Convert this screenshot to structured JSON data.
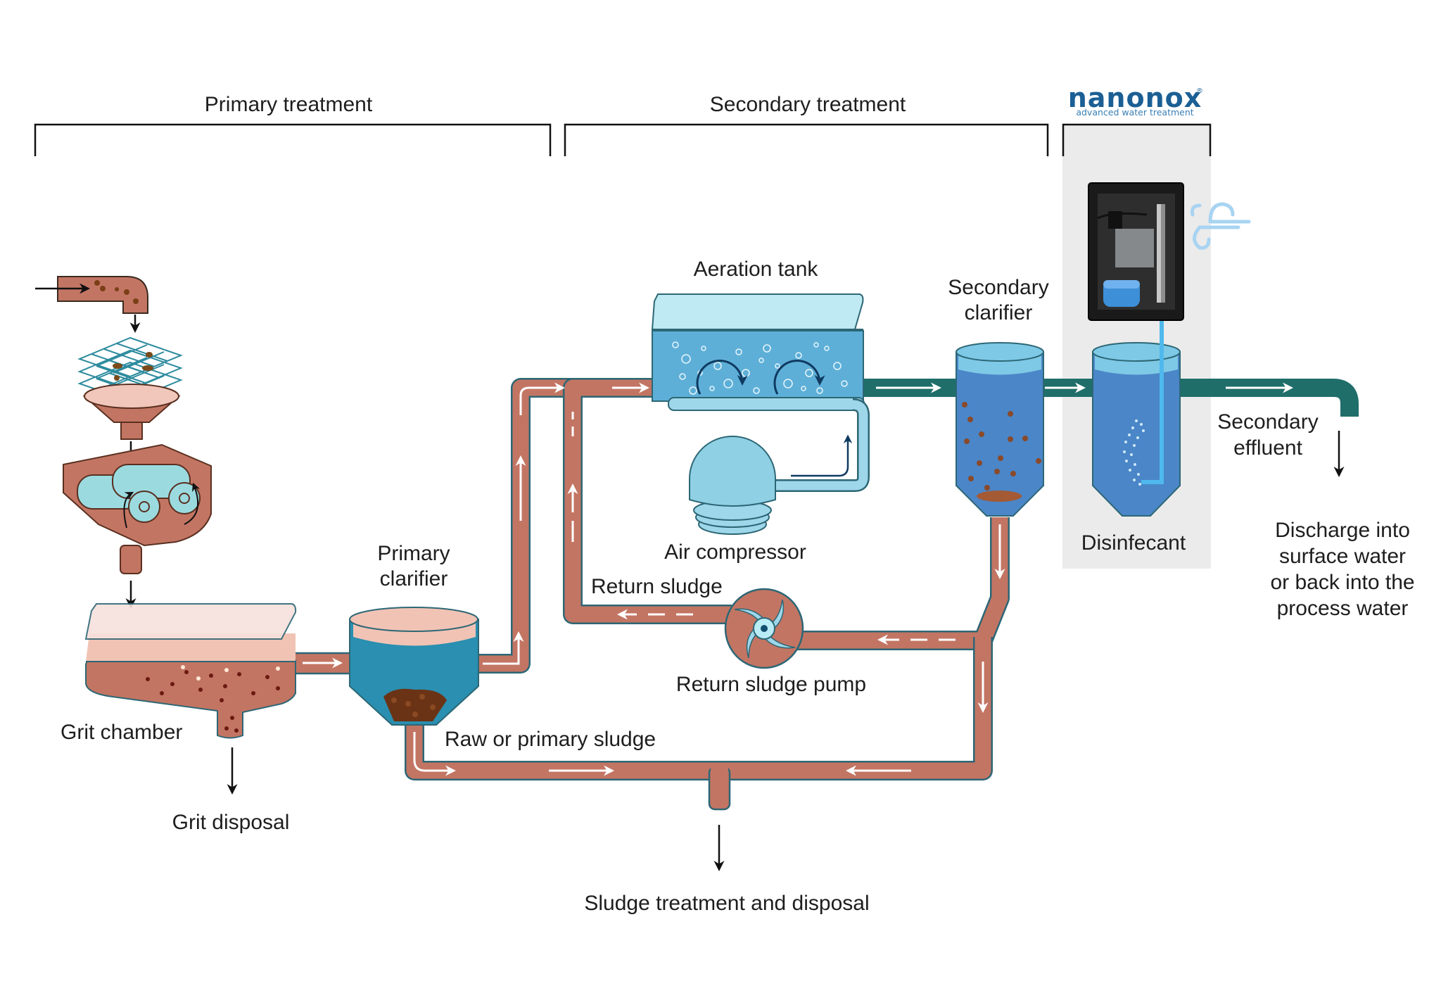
{
  "sections": {
    "primary": "Primary treatment",
    "secondary": "Secondary treatment"
  },
  "brand": {
    "name": "nanonox",
    "tagline": "advanced water treatment",
    "registered": "®"
  },
  "labels": {
    "aeration_tank": "Aeration tank",
    "secondary_clarifier_1": "Secondary",
    "secondary_clarifier_2": "clarifier",
    "primary_clarifier_1": "Primary",
    "primary_clarifier_2": "clarifier",
    "air_compressor": "Air compressor",
    "return_sludge": "Return sludge",
    "return_sludge_pump": "Return sludge pump",
    "grit_chamber": "Grit chamber",
    "grit_disposal": "Grit disposal",
    "raw_primary_sludge": "Raw or primary sludge",
    "sludge_treatment": "Sludge treatment and disposal",
    "disinfectant": "Disinfecant",
    "secondary_effluent_1": "Secondary",
    "secondary_effluent_2": "effluent",
    "discharge": [
      "Discharge into",
      "surface water",
      "or back into the",
      "process water"
    ]
  },
  "colors": {
    "sludge_pipe": "#c37563",
    "effluent_pipe": "#1f6e6a",
    "water_blue": "#4a86c8",
    "aeration_water": "#5eafd8",
    "clarifier_teal": "#2a8fb0",
    "panel_gray": "#ebebeb",
    "brand_blue": "#1b5f94"
  }
}
